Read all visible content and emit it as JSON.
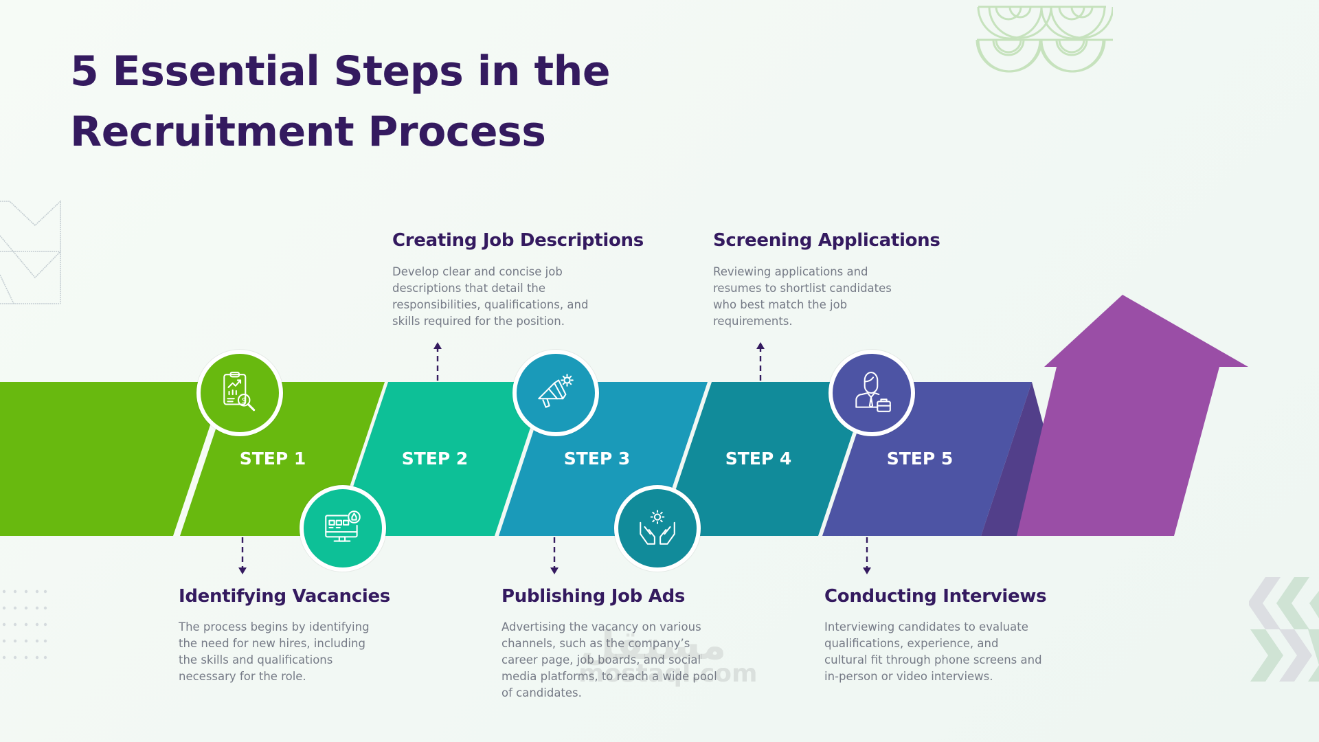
{
  "title": {
    "line1": "5 Essential Steps in the",
    "line2": "Recruitment Process"
  },
  "colors": {
    "title": "#341a5f",
    "step1": "#68b90f",
    "step2": "#0dc097",
    "step3": "#1a9ab9",
    "step4": "#118b9a",
    "step5": "#4d54a4",
    "shadow": "#523f8a",
    "arrow": "#9a4ea6",
    "description": "#757a86"
  },
  "steps": [
    {
      "label": "STEP 1",
      "title": "Identifying Vacancies",
      "description": "The process begins by identifying the need for new hires, including the skills and qualifications necessary for the role.",
      "icon": "clipboard-analytics-icon",
      "position": "below"
    },
    {
      "label": "STEP 2",
      "title": "Creating Job Descriptions",
      "description": "Develop clear and concise job descriptions that detail the responsibilities, qualifications, and skills required for the position.",
      "icon": "monitor-design-icon",
      "position": "above"
    },
    {
      "label": "STEP 3",
      "title": "Publishing Job Ads",
      "description": "Advertising the vacancy on various channels, such as the company’s career page, job boards, and social media platforms, to reach a wide pool of candidates.",
      "icon": "megaphone-gear-icon",
      "position": "below"
    },
    {
      "label": "STEP 4",
      "title": "Screening Applications",
      "description": "Reviewing applications and resumes to shortlist candidates who best match the job requirements.",
      "icon": "hands-gear-icon",
      "position": "above"
    },
    {
      "label": "STEP 5",
      "title": "Conducting Interviews",
      "description": "Interviewing candidates to evaluate qualifications, experience, and cultural fit through phone screens and in-person or video interviews.",
      "icon": "businessman-briefcase-icon",
      "position": "below"
    }
  ],
  "watermark": {
    "arabic": "مستقل",
    "latin": "mostaql.com"
  }
}
